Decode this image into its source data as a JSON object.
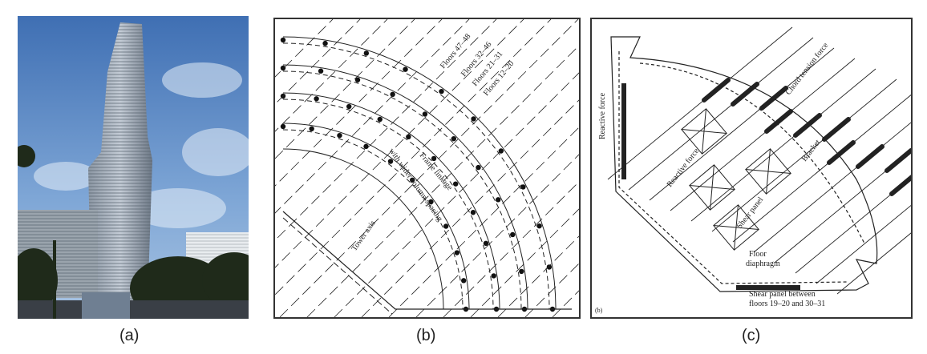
{
  "captions": {
    "a": "(a)",
    "b": "(b)",
    "c": "(c)"
  },
  "panel_b": {
    "floor_labels": [
      "Floors 47–48",
      "Floors 32–46",
      "Floors 21–31",
      "Floors 12–20"
    ],
    "frame_linkage": "Frame linkage",
    "wider_spacing": "with wider column spacing",
    "tower_axis": "Tower axis"
  },
  "panel_c": {
    "reactive_force_left": "Reactive force",
    "chord_tension": "Chord tension force",
    "bracket": "Bracket",
    "reactive_force_mid": "Reactive force",
    "shear_panel": "Shear panel",
    "floor": "Floor",
    "diaphragm": "diaphragm",
    "shear_between_1": "Shear panel between",
    "shear_between_2": "floors 19–20 and 30–31",
    "sublabel": "(b)"
  }
}
